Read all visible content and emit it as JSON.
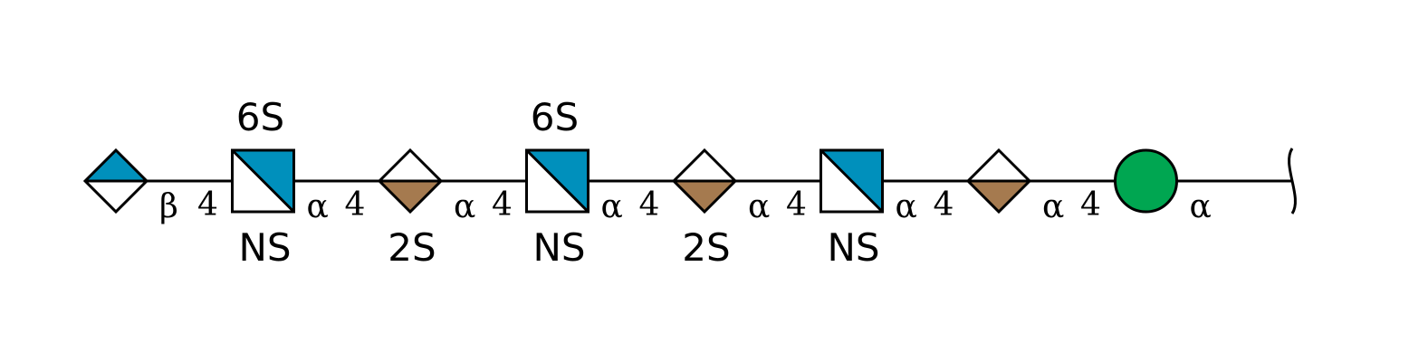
{
  "colors": {
    "gal_blue": "#0090BC",
    "iduronic_brown": "#A57A4F",
    "glucose_green": "#00A651",
    "outline": "#000000",
    "background": "#FFFFFF"
  },
  "residues": [
    {
      "shape": "diamond-top-filled",
      "color": "#0090BC",
      "icon": "iduronic-acid-diamond"
    },
    {
      "shape": "square-diagonal",
      "color": "#0090BC",
      "icon": "glcnac-square",
      "top": "6S",
      "bottom": "NS"
    },
    {
      "shape": "diamond-bottom-filled",
      "color": "#A57A4F",
      "icon": "idoa-diamond",
      "bottom": "2S"
    },
    {
      "shape": "square-diagonal",
      "color": "#0090BC",
      "icon": "glcnac-square",
      "top": "6S",
      "bottom": "NS"
    },
    {
      "shape": "diamond-bottom-filled",
      "color": "#A57A4F",
      "icon": "idoa-diamond",
      "bottom": "2S"
    },
    {
      "shape": "square-diagonal",
      "color": "#0090BC",
      "icon": "glcnac-square",
      "bottom": "NS"
    },
    {
      "shape": "diamond-bottom-filled",
      "color": "#A57A4F",
      "icon": "idoa-diamond"
    },
    {
      "shape": "circle",
      "color": "#00A651",
      "icon": "glucose-circle"
    }
  ],
  "linkages": [
    {
      "anomer": "β",
      "position": "4"
    },
    {
      "anomer": "α",
      "position": "4"
    },
    {
      "anomer": "α",
      "position": "4"
    },
    {
      "anomer": "α",
      "position": "4"
    },
    {
      "anomer": "α",
      "position": "4"
    },
    {
      "anomer": "α",
      "position": "4"
    },
    {
      "anomer": "α",
      "position": "4"
    },
    {
      "anomer": "α",
      "position": ""
    }
  ]
}
